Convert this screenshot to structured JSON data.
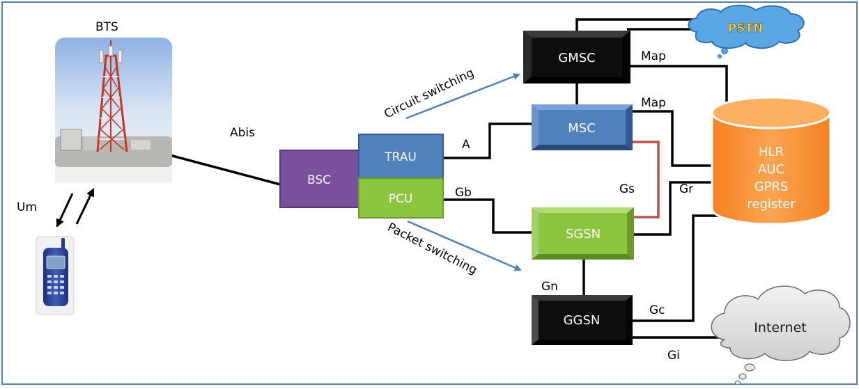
{
  "labels": {
    "bts": "BTS",
    "abis": "Abis",
    "um": "Um",
    "circuit_switching": "Circuit switching",
    "packet_switching": "Packet switching",
    "a": "A",
    "gb": "Gb",
    "gs": "Gs",
    "gr": "Gr",
    "gn": "Gn",
    "gc": "Gc",
    "gi": "Gi",
    "map_top": "Map",
    "map_mid": "Map"
  },
  "nodes": {
    "bsc": "BSC",
    "trau": "TRAU",
    "pcu": "PCU",
    "gmsc": "GMSC",
    "msc": "MSC",
    "sgsn": "SGSN",
    "ggsn": "GGSN",
    "pstn": "PSTN",
    "internet": "Internet",
    "hlr_lines": [
      "HLR",
      "AUC",
      "GPRS",
      "register"
    ]
  },
  "colors": {
    "bsc": "#7a4f9e",
    "trau": "#4f81bd",
    "pcu": "#8cc63f",
    "msc": "#4f81bd",
    "sgsn": "#8cc63f",
    "gmsc": "#0d0d0d",
    "ggsn": "#0d0d0d",
    "hlr": "#f79646",
    "pstn": "#6fb3e8",
    "gs_link": "#c0504d",
    "arrow": "#4f81bd"
  }
}
